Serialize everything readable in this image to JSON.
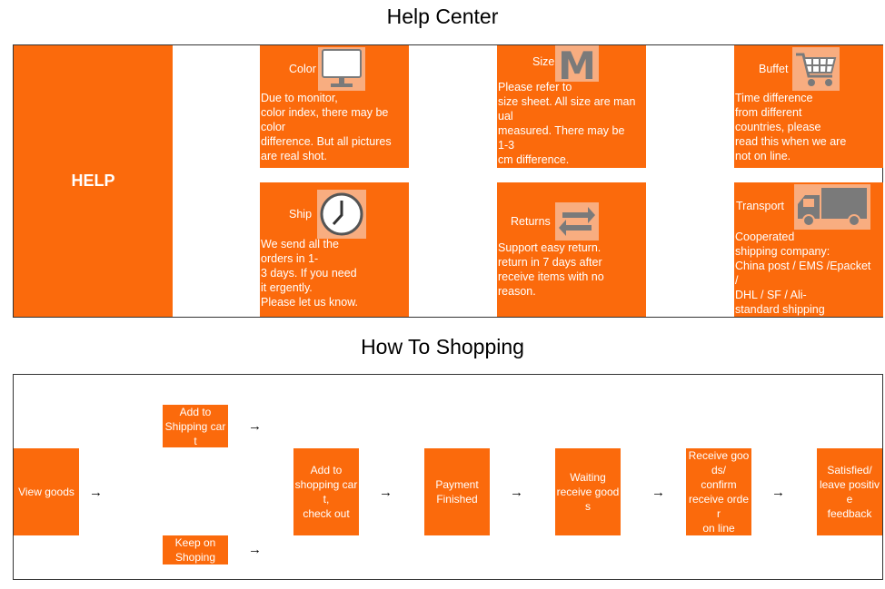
{
  "help_center": {
    "title": "Help Center",
    "help_label": "HELP",
    "cells": {
      "color": {
        "title": "Color",
        "icon": "monitor-icon",
        "text": "Due to monitor,\ncolor index,  there may be\ncolor\ndifference. But all pictures\nare real shot."
      },
      "size": {
        "title": "Size",
        "icon": "size-m-icon",
        "icon_letter": "M",
        "text": "Please refer to\nsize sheet.  All size are man\nual\nmeasured.  There may be\n1-3\ncm difference."
      },
      "buffet": {
        "title": "Buffet",
        "icon": "shopping-cart-icon",
        "text": "Time difference\nfrom different\ncountries, please\nread this  when we are\nnot on line."
      },
      "ship": {
        "title": "Ship",
        "icon": "clock-icon",
        "text": "We send all the\norders in 1-\n3 days. If you need\nit ergently.\nPlease let us know."
      },
      "returns": {
        "title": "Returns",
        "icon": "return-arrows-icon",
        "text": "Support easy return.\nreturn in 7 days after\nreceive items with no\nreason."
      },
      "transport": {
        "title": "Transport",
        "icon": "truck-icon",
        "text": "Cooperated\nshipping company:\nChina post / EMS /Epacket\n/\nDHL / SF / Ali-\nstandard shipping"
      }
    }
  },
  "how_to": {
    "title": "How To Shopping",
    "steps": {
      "view_goods": "View goods",
      "add_to_cart_top": "Add to\nShipping car\nt",
      "keep_on": "Keep on\nShoping",
      "add_to_cart": "Add to\nshopping car\nt,\ncheck out",
      "payment": "Payment\nFinished",
      "waiting": "Waiting\nreceive good\ns",
      "receive": "Receive goo\nds/\nconfirm\nreceive orde\nr\non line",
      "satisfied": "Satisfied/\nleave positiv\ne\nfeedback"
    },
    "arrow": "→"
  },
  "colors": {
    "accent": "#fb6a0c",
    "icon_bg": "#f8ad80",
    "icon_fg": "#7a7a7a"
  }
}
